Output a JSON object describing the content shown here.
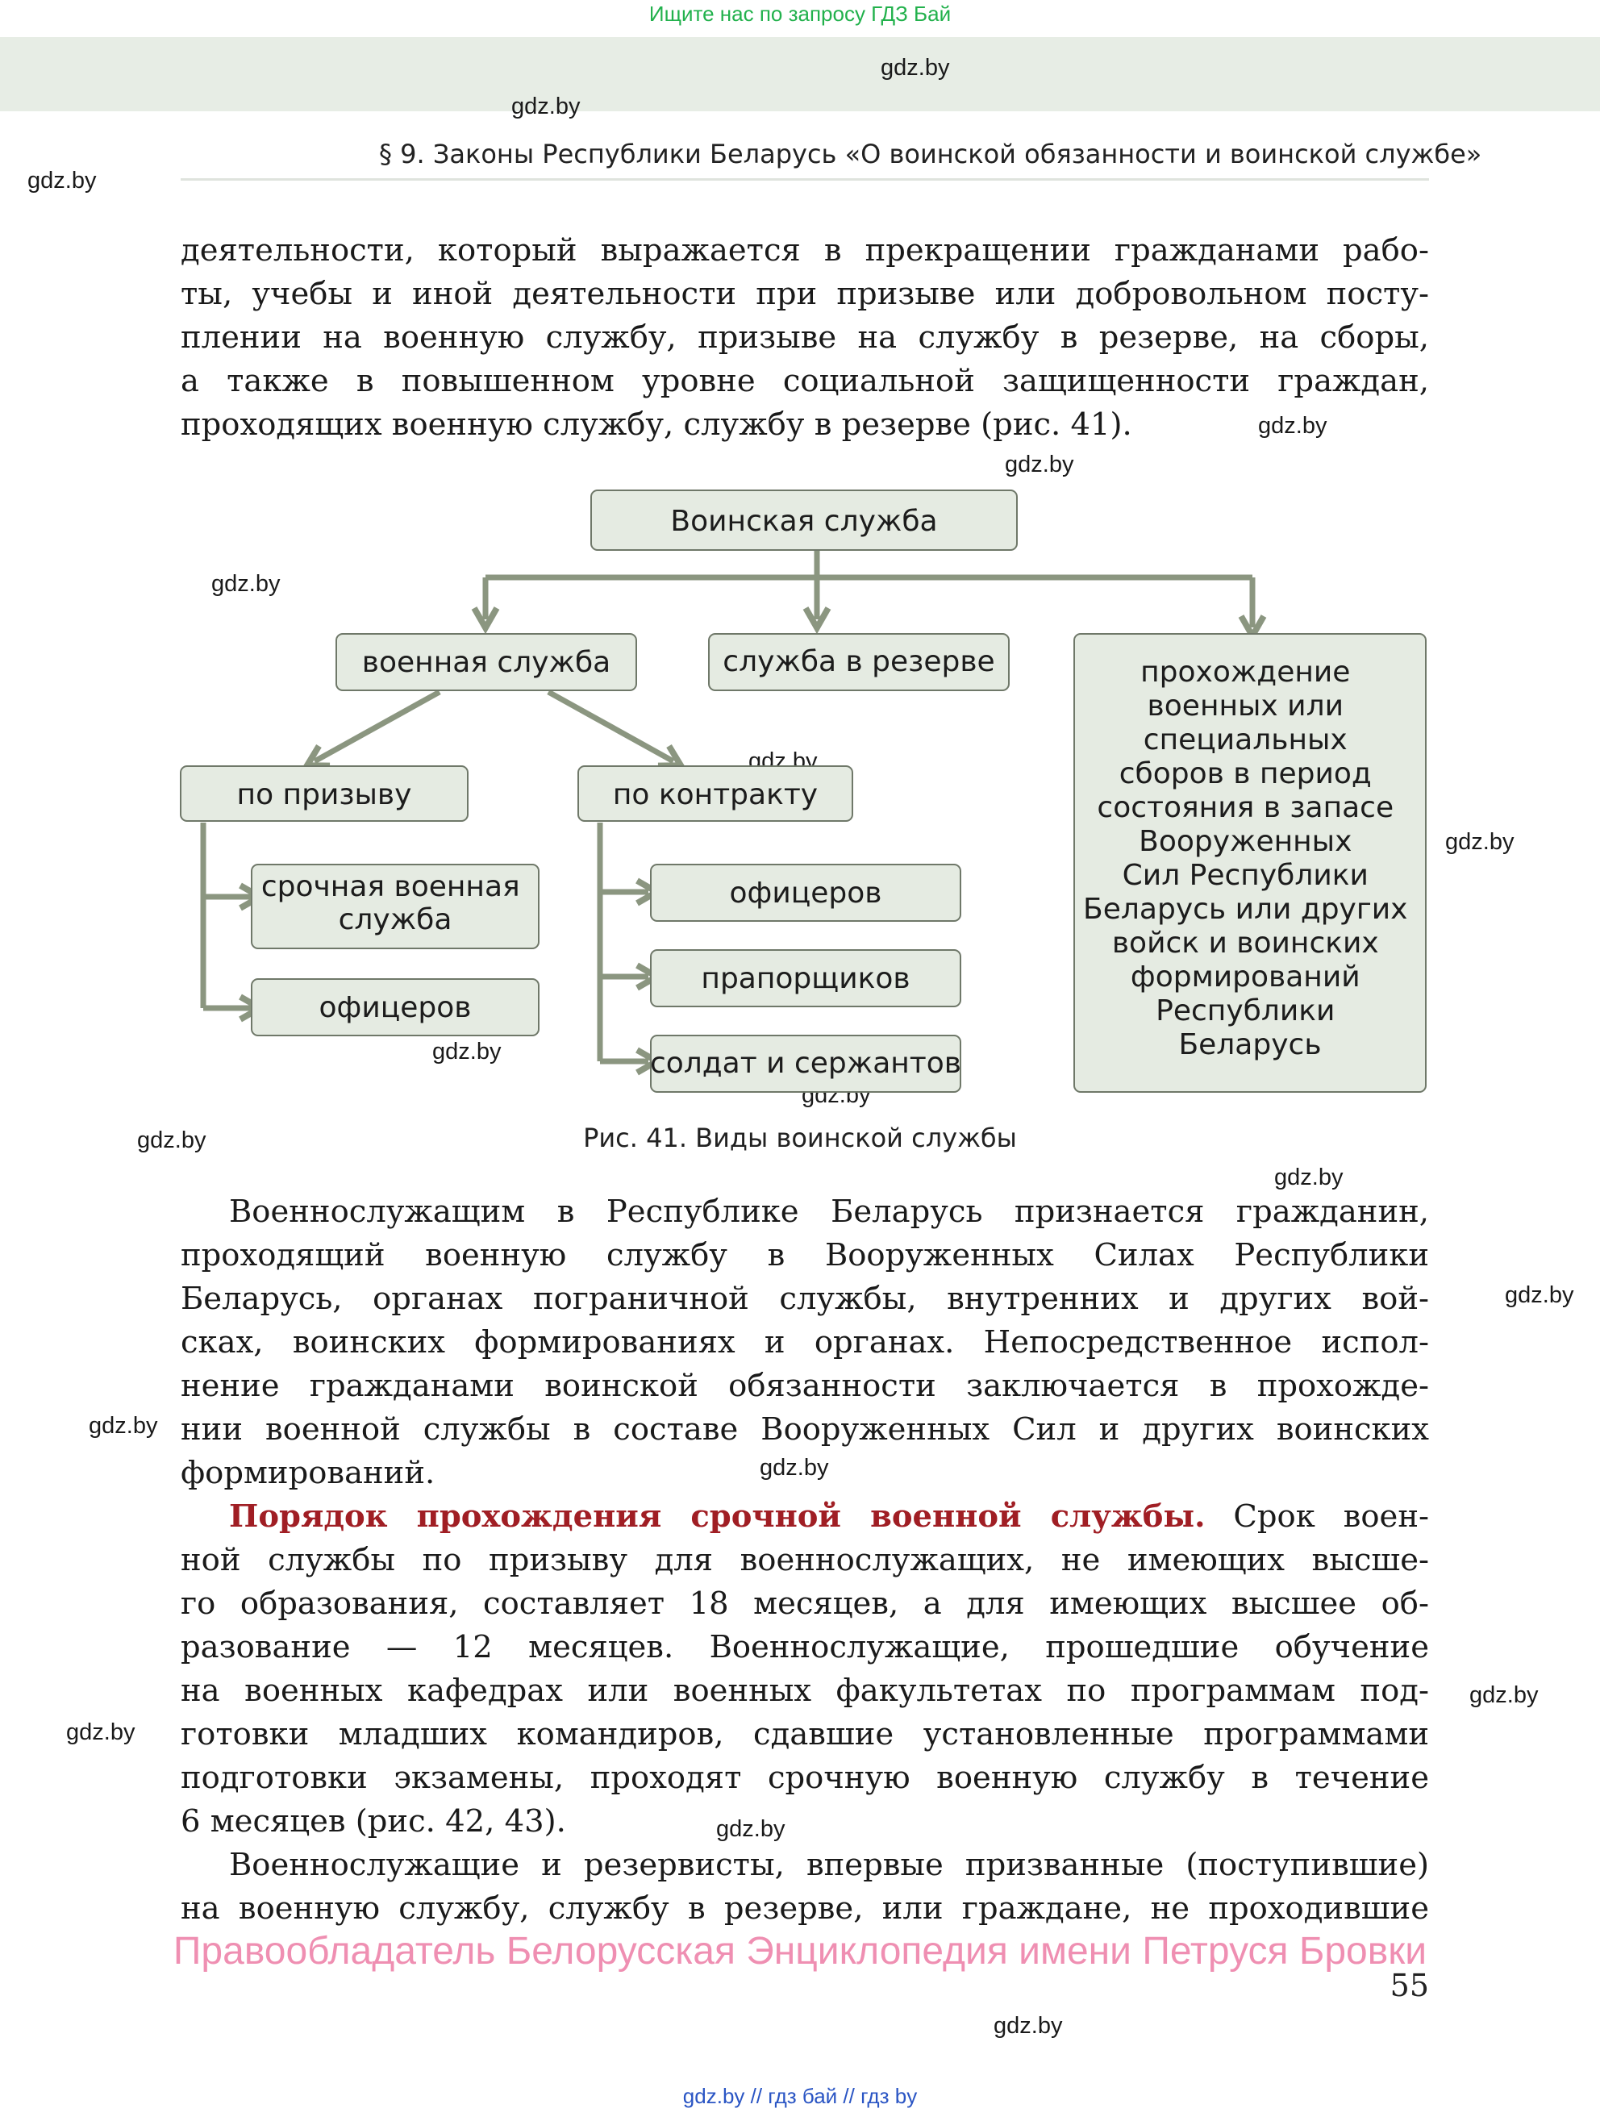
{
  "top_link": "Ищите нас по запросу ГДЗ Бай",
  "watermark": "gdz.by",
  "header": "§ 9. Законы Республики Беларусь «О воинской обязанности и воинской службе»",
  "para1": [
    "деятельности, который выражается в прекращении гражданами рабо-",
    "ты, учебы и иной деятельности при призыве или добровольном посту-",
    "плении на военную службу, призыве на службу в резерве, на сборы,",
    "а также в повышенном уровне социальной защищенности граждан,",
    "проходящих военную службу, службу в резерве (рис. 41)."
  ],
  "diagram": {
    "root": "Воинская служба",
    "military": "военная служба",
    "reserve": "служба в резерве",
    "training": [
      "прохождение",
      "военных или",
      "специальных",
      "сборов в период",
      "состояния в запасе",
      "Вооруженных",
      "Сил Республики",
      "Беларусь или других",
      "войск и воинских",
      "формирований",
      "Республики",
      "Беларусь"
    ],
    "conscript": "по призыву",
    "contract": "по контракту",
    "conscript_items": [
      [
        "срочная военная",
        "служба"
      ],
      [
        "офицеров"
      ]
    ],
    "contract_items": [
      "офицеров",
      "прапорщиков",
      "солдат и сержантов"
    ]
  },
  "caption": "Рис. 41. Виды воинской службы",
  "para2": [
    "Военнослужащим в Республике Беларусь признается гражданин,",
    "проходящий военную службу в Вооруженных Силах Республики",
    "Беларусь, органах пограничной службы, внутренних и других вой-",
    "сках, воинских формированиях и органах. Непосредственное испол-",
    "нение гражданами воинской обязанности заключается в прохожде-",
    "нии военной службы в составе Вооруженных Сил и других воинских",
    "формирований."
  ],
  "para3_heading": "Порядок прохождения срочной военной службы.",
  "para3_first_rest": "Срок воен-",
  "para3": [
    "ной службы по призыву для военнослужащих, не имеющих высше-",
    "го образования, составляет 18 месяцев, а для имеющих высшее об-",
    "разование — 12 месяцев. Военнослужащие, прошедшие обучение",
    "на военных кафедрах или военных факультетах по программам под-",
    "готовки младших командиров, сдавшие установленные программами",
    "подготовки экзамены, проходят срочную военную службу в течение",
    "6 месяцев (рис. 42, 43)."
  ],
  "para4": [
    "Военнослужащие и резервисты, впервые призванные (поступившие)",
    "на военную службу, службу в резерве, или граждане, не проходившие"
  ],
  "copyright": "Правообладатель Белорусская Энциклопедия имени Петруся Бровки",
  "page_number": "55",
  "footer": "gdz.by  //  гдз бай  //  гдз by"
}
